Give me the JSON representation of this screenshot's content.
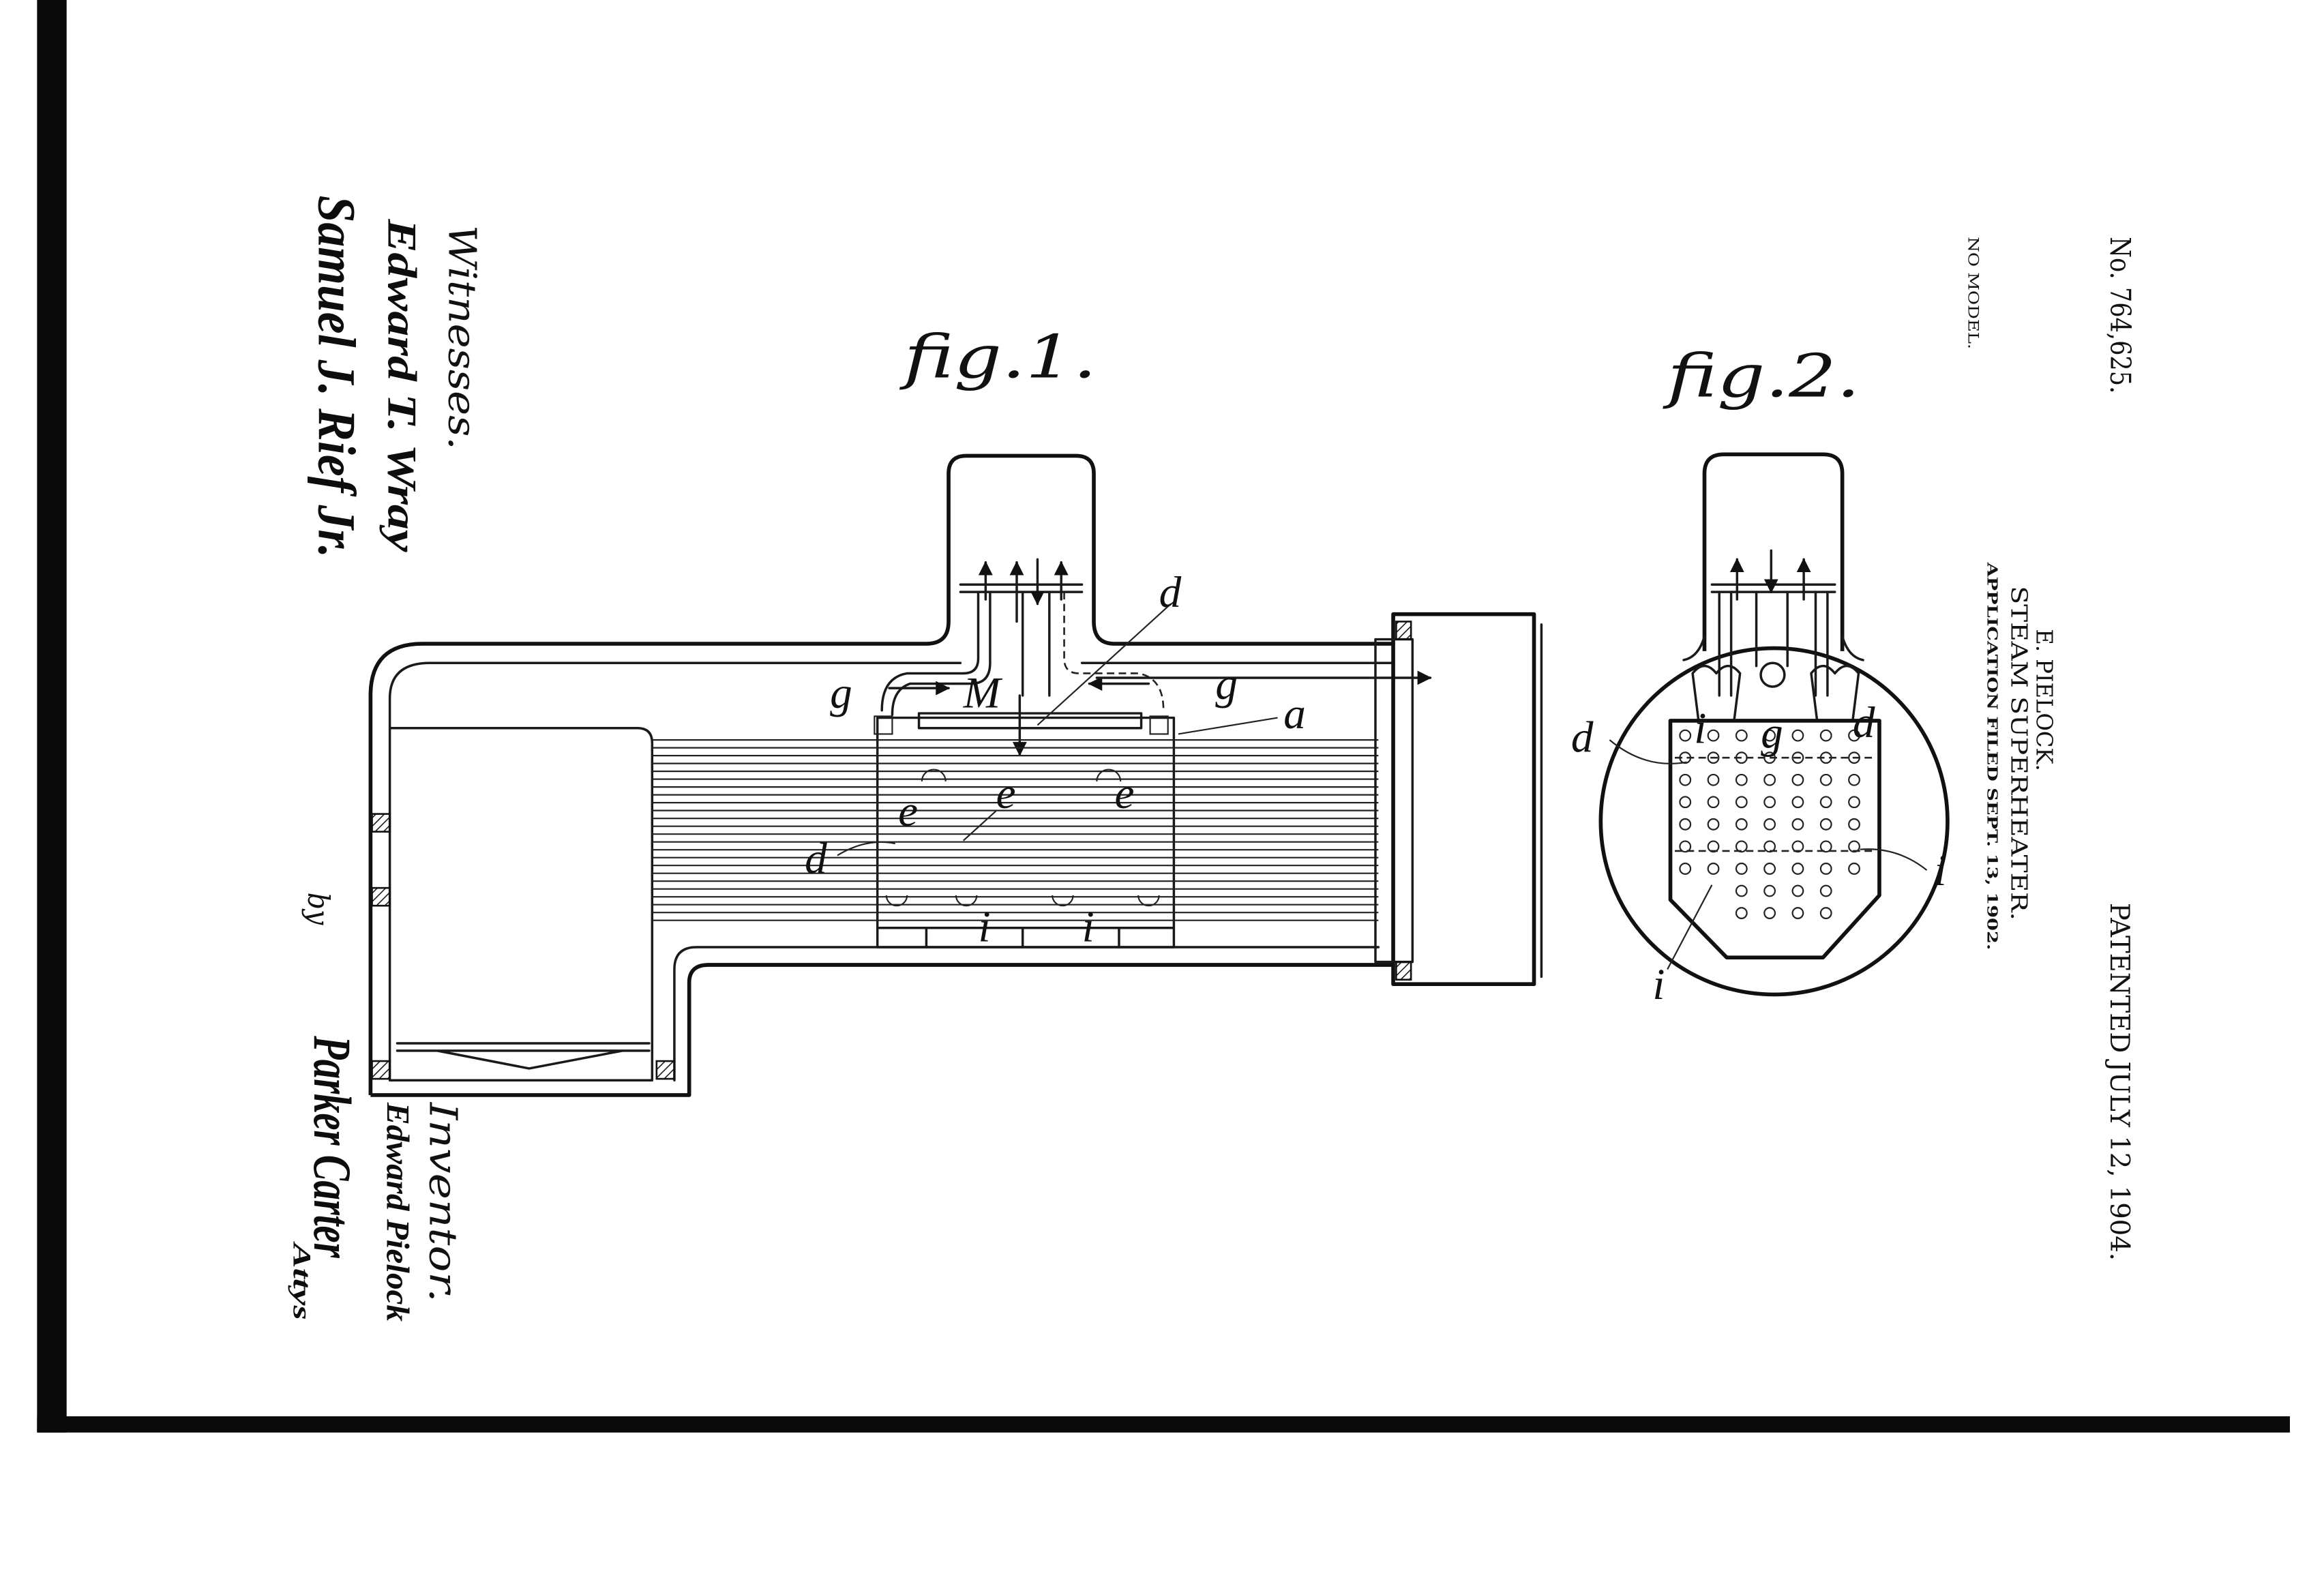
{
  "header": {
    "patent_number": "No. 764,625.",
    "no_model": "NO MODEL.",
    "patented": "PATENTED JULY 12, 1904.",
    "inventor_name": "E. PIELOCK.",
    "title": "STEAM SUPERHEATER.",
    "application": "APPLICATION FILED SEPT. 13, 1902."
  },
  "figures": {
    "fig1_label": "fig.1.",
    "fig2_label": "fig.2."
  },
  "witnesses": {
    "heading": "Witnesses.",
    "signatures": [
      "Edward T. Wray",
      "Samuel J. Rief Jr."
    ]
  },
  "inventor": {
    "heading": "Inventor.",
    "name": "Edward Pielock",
    "by": "by",
    "attorneys": "Parker Carter",
    "attys": "Attys"
  },
  "fig1_labels": [
    "d",
    "g",
    "M",
    "g",
    "a",
    "e",
    "e",
    "e",
    "d",
    "i",
    "i"
  ],
  "fig2_labels": [
    "d",
    "i",
    "g",
    "d",
    "i",
    "i"
  ]
}
